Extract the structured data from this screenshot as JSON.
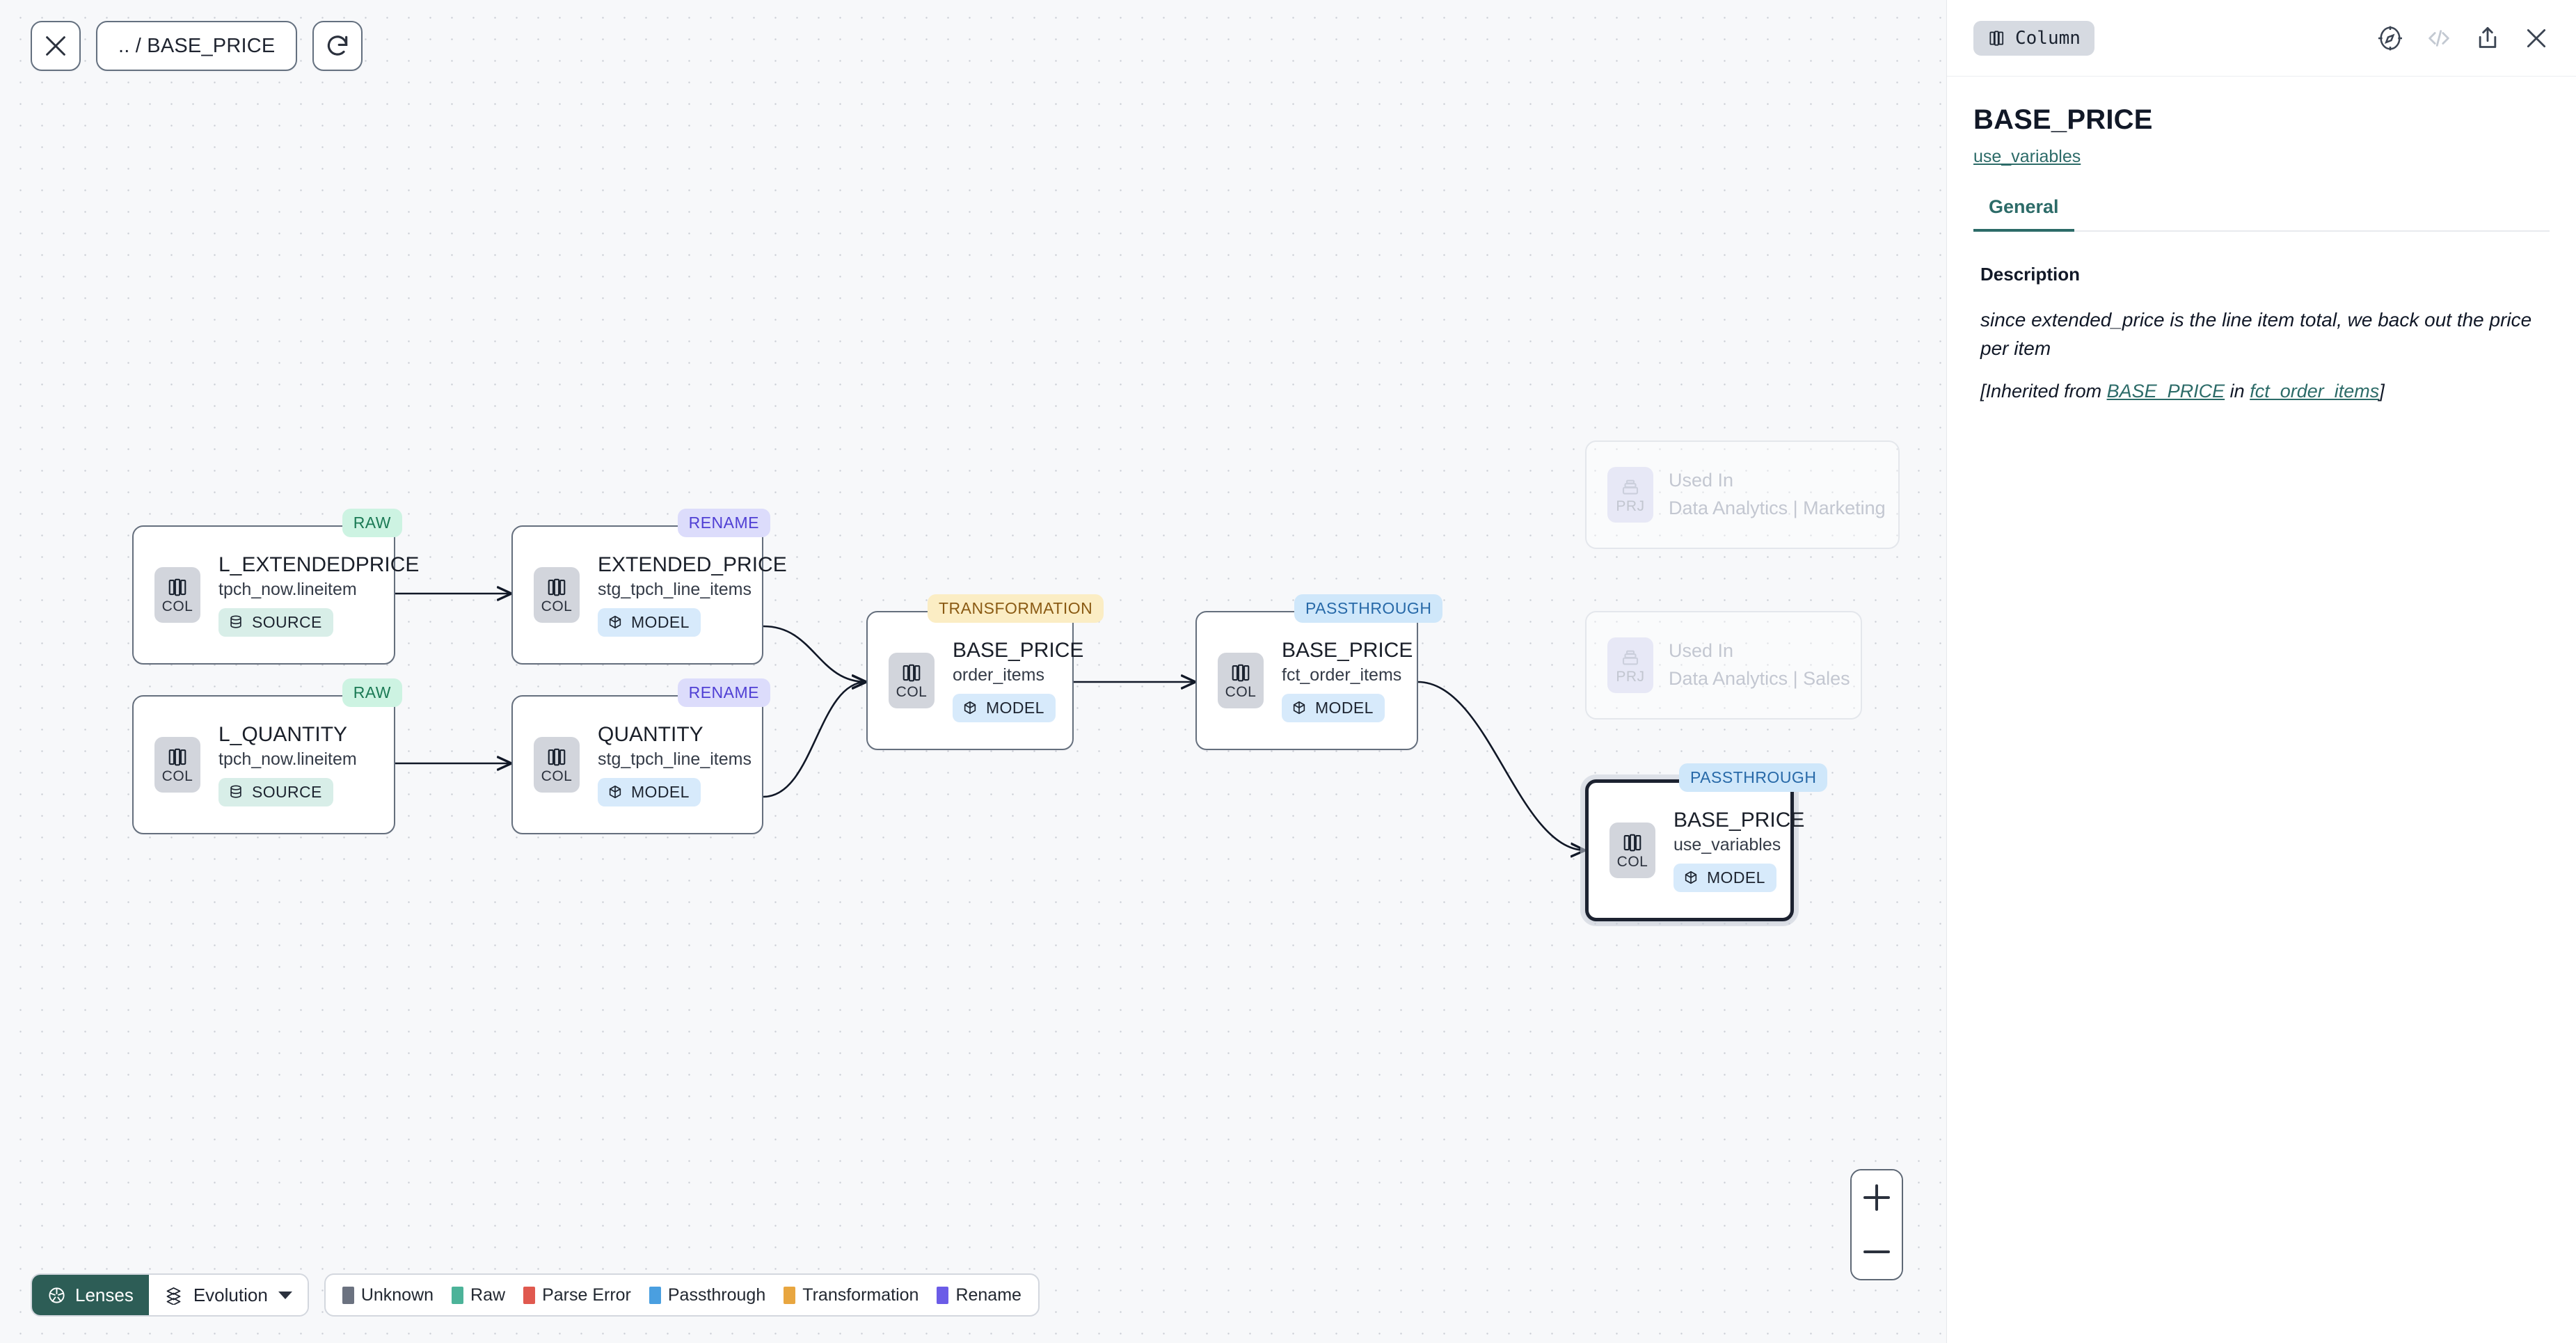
{
  "canvas": {
    "toolbar": {
      "close_label": "",
      "breadcrumb": ".. / BASE_PRICE",
      "refresh_label": ""
    },
    "zoom": {
      "in": "+",
      "out": "−"
    },
    "bottom": {
      "lenses_label": "Lenses",
      "evolution_label": "Evolution",
      "legend": [
        {
          "label": "Unknown",
          "color": "#6b7280"
        },
        {
          "label": "Raw",
          "color": "#4cb399"
        },
        {
          "label": "Parse Error",
          "color": "#e0594f"
        },
        {
          "label": "Passthrough",
          "color": "#4a9fe0"
        },
        {
          "label": "Transformation",
          "color": "#e8a640"
        },
        {
          "label": "Rename",
          "color": "#6b5ce7"
        }
      ]
    },
    "nodes": [
      {
        "id": "n1",
        "badge": "RAW",
        "badge_kind": "raw",
        "title": "L_EXTENDEDPRICE",
        "sub": "tpch_now.lineitem",
        "pill": "SOURCE",
        "pill_kind": "source",
        "icon": "col-icon",
        "tag": "COL"
      },
      {
        "id": "n2",
        "badge": "RAW",
        "badge_kind": "raw",
        "title": "L_QUANTITY",
        "sub": "tpch_now.lineitem",
        "pill": "SOURCE",
        "pill_kind": "source",
        "icon": "col-icon",
        "tag": "COL"
      },
      {
        "id": "n3",
        "badge": "RENAME",
        "badge_kind": "rename",
        "title": "EXTENDED_PRICE",
        "sub": "stg_tpch_line_items",
        "pill": "MODEL",
        "pill_kind": "model",
        "icon": "col-icon",
        "tag": "COL"
      },
      {
        "id": "n4",
        "badge": "RENAME",
        "badge_kind": "rename",
        "title": "QUANTITY",
        "sub": "stg_tpch_line_items",
        "pill": "MODEL",
        "pill_kind": "model",
        "icon": "col-icon",
        "tag": "COL"
      },
      {
        "id": "n5",
        "badge": "TRANSFORMATION",
        "badge_kind": "transformation",
        "title": "BASE_PRICE",
        "sub": "order_items",
        "pill": "MODEL",
        "pill_kind": "model",
        "icon": "col-icon",
        "tag": "COL"
      },
      {
        "id": "n6",
        "badge": "PASSTHROUGH",
        "badge_kind": "passthrough",
        "title": "BASE_PRICE",
        "sub": "fct_order_items",
        "pill": "MODEL",
        "pill_kind": "model",
        "icon": "col-icon",
        "tag": "COL"
      },
      {
        "id": "n7",
        "badge": "PASSTHROUGH",
        "badge_kind": "passthrough",
        "title": "BASE_PRICE",
        "sub": "use_variables",
        "pill": "MODEL",
        "pill_kind": "model",
        "icon": "col-icon",
        "tag": "COL",
        "selected": true
      }
    ],
    "used_in_nodes": [
      {
        "id": "u1",
        "title": "Used In",
        "sub": "Data Analytics | Marketing",
        "tag": "PRJ",
        "icon": "project-icon"
      },
      {
        "id": "u2",
        "title": "Used In",
        "sub": "Data Analytics | Sales",
        "tag": "PRJ",
        "icon": "project-icon"
      }
    ]
  },
  "panel": {
    "type_chip": "Column",
    "title": "BASE_PRICE",
    "model_link": "use_variables",
    "tabs": [
      {
        "label": "General",
        "active": true
      }
    ],
    "description_label": "Description",
    "description_text": "since extended_price is the line item total, we back out the price per item",
    "inherited": {
      "prefix": "[Inherited from ",
      "link1": "BASE_PRICE",
      "middle": " in ",
      "link2": "fct_order_items",
      "suffix": "]"
    }
  }
}
